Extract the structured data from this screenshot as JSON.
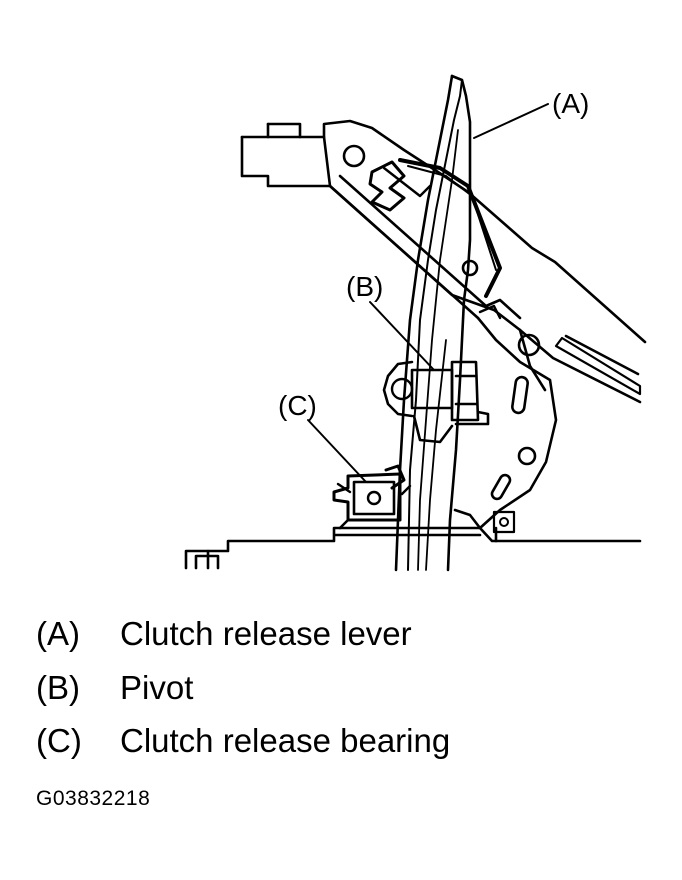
{
  "diagram": {
    "callouts": [
      "(A)",
      "(B)",
      "(C)"
    ]
  },
  "legend": [
    {
      "key": "(A)",
      "text": "Clutch release lever"
    },
    {
      "key": "(B)",
      "text": "Pivot"
    },
    {
      "key": "(C)",
      "text": "Clutch release bearing"
    }
  ],
  "figure_id": "G03832218",
  "colors": {
    "ink": "#000000",
    "background": "#ffffff"
  }
}
